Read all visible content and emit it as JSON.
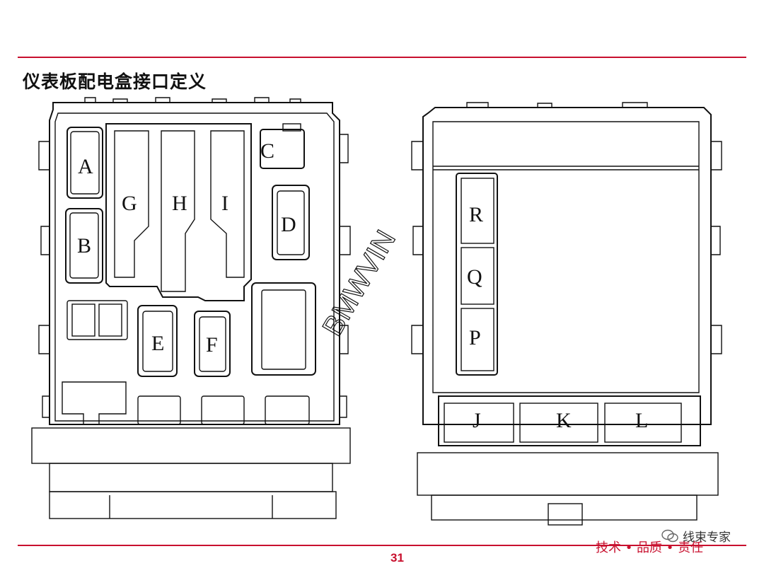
{
  "page": {
    "title": "仪表板配电盒接口定义",
    "page_number": "31",
    "slogan": "技术 • 品质 • 责任",
    "wechat_name": "线束专家",
    "watermark": "BMWVIN"
  },
  "left_box": {
    "connectors": [
      "A",
      "B",
      "C",
      "D",
      "E",
      "F",
      "G",
      "H",
      "I"
    ]
  },
  "right_box": {
    "connectors": [
      "R",
      "Q",
      "P",
      "J",
      "K",
      "L"
    ]
  },
  "colors": {
    "accent": "#c8102e",
    "line": "#111111"
  }
}
